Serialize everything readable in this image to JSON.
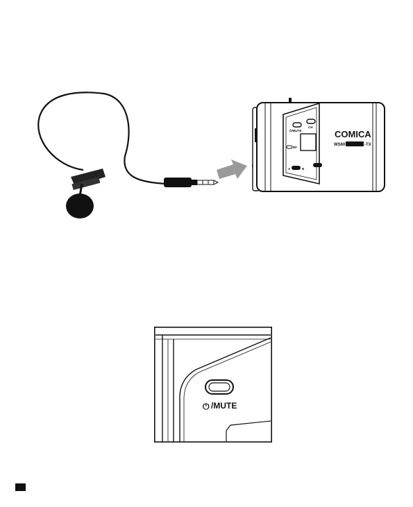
{
  "figure1": {
    "brand": "COMICA",
    "model_prefix": "WS60",
    "model_suffix": "-TX",
    "button_power_mute": "⏻/MUTE",
    "button_ch": "CH",
    "indicator_rf": "RF",
    "switch_label_a": "A",
    "switch_label_b": "B"
  },
  "figure2": {
    "power_symbol": "⏻",
    "mute_label": "/MUTE"
  },
  "colors": {
    "arrow": "#9a9a9a",
    "ink": "#111111"
  }
}
